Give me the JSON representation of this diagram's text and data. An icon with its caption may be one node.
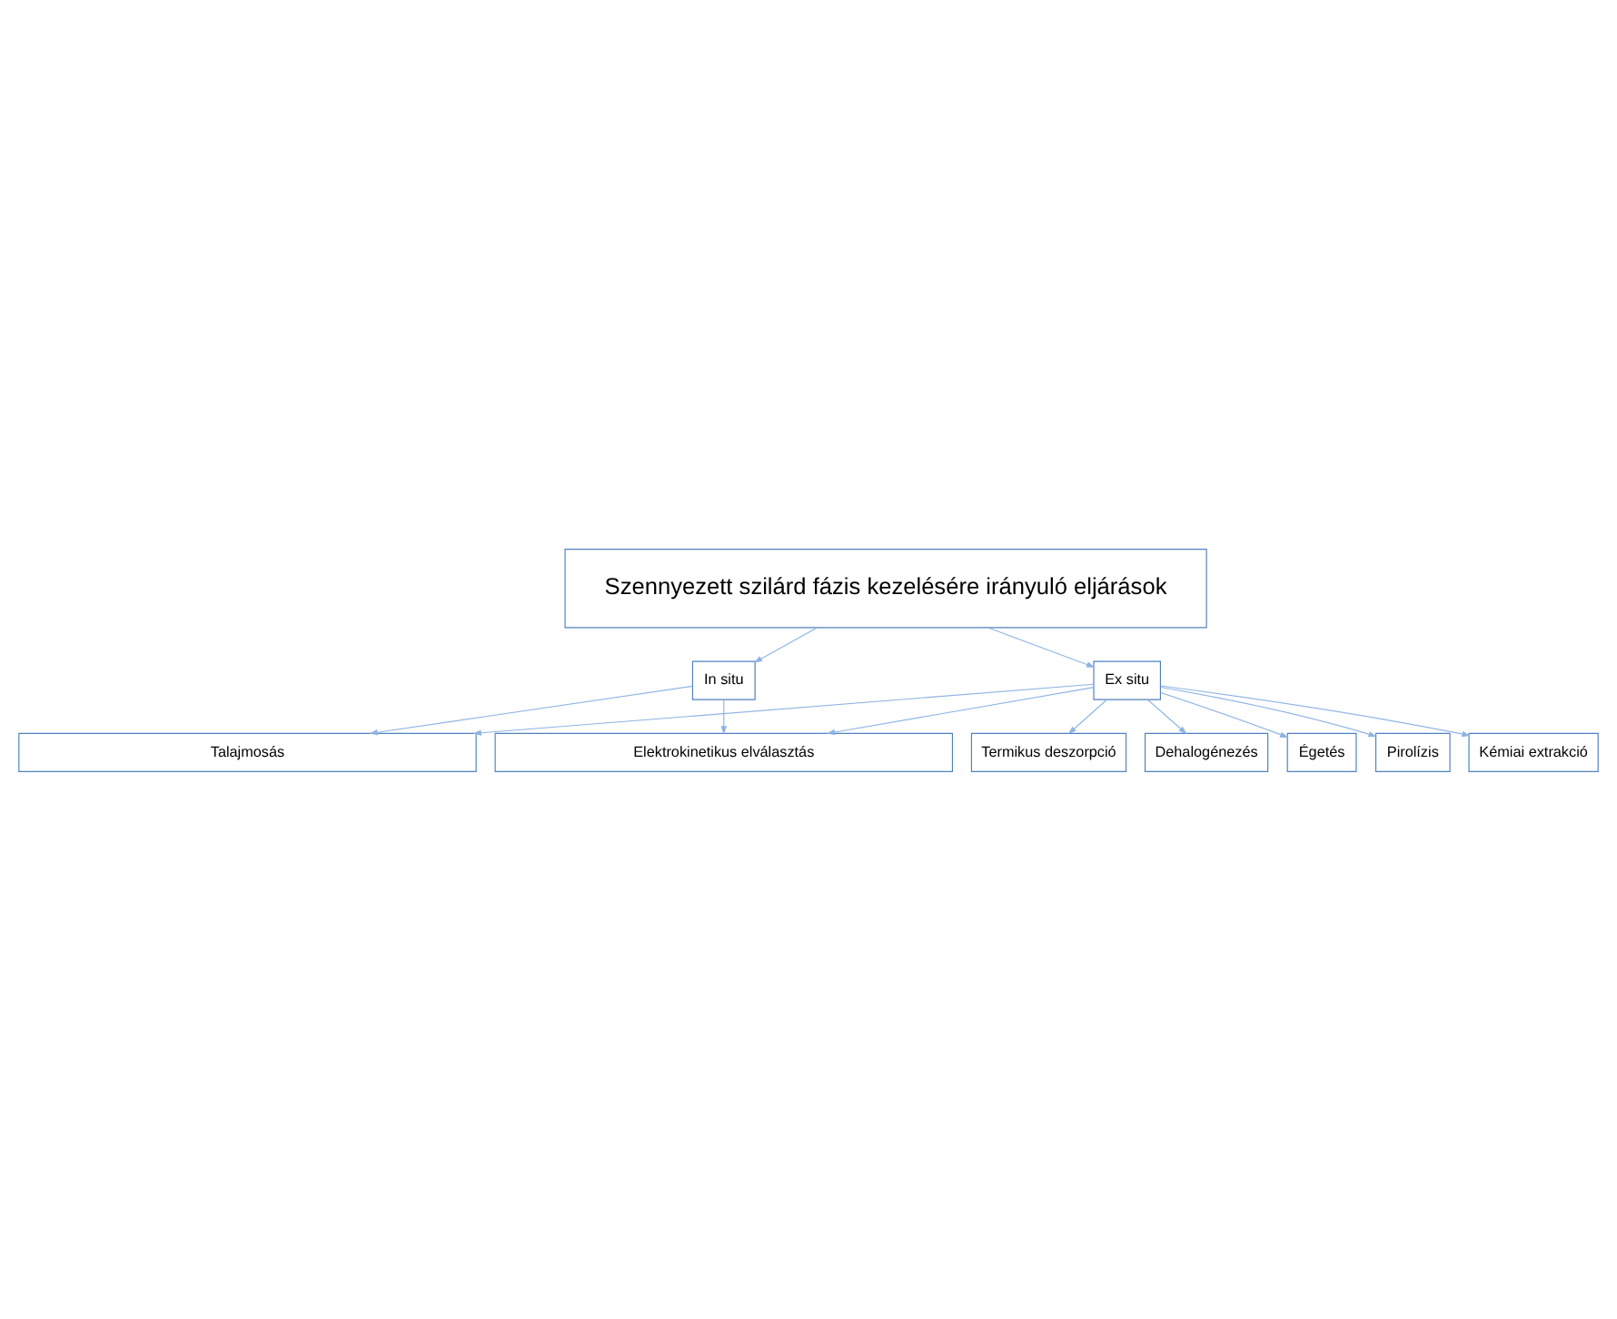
{
  "diagram": {
    "nodes": [
      {
        "text": [
          "Szennyezett szilárd fázis kezelésére irányuló eljárások"
        ]
      },
      {
        "text": [
          "In situ"
        ]
      },
      {
        "text": [
          "Ex situ"
        ]
      },
      {
        "text": [
          "Kémiai extrakció"
        ]
      },
      {
        "text": [
          "Termikus deszorpció"
        ]
      },
      {
        "text": [
          "Dehalogénezés"
        ]
      },
      {
        "text": [
          "Égetés"
        ]
      },
      {
        "text": [
          "Pirolízis"
        ]
      },
      {
        "text": [
          "Elektrokinetikus elválasztás"
        ]
      },
      {
        "text": [
          "Talajmosás"
        ]
      }
    ],
    "edges": [
      {
        "from": 0,
        "to": 1,
        "arrow": "to"
      },
      {
        "from": 0,
        "to": 2,
        "arrow": "to"
      },
      {
        "from": 2,
        "to": 3,
        "arrow": "to"
      },
      {
        "from": 2,
        "to": 4,
        "arrow": "to"
      },
      {
        "from": 2,
        "to": 5,
        "arrow": "to"
      },
      {
        "from": 2,
        "to": 6,
        "arrow": "to"
      },
      {
        "from": 2,
        "to": 7,
        "arrow": "to"
      },
      {
        "from": 2,
        "to": 8,
        "arrow": "to"
      },
      {
        "from": 2,
        "to": 9,
        "arrow": "to"
      },
      {
        "from": 1,
        "to": 8,
        "arrow": "to"
      },
      {
        "from": 1,
        "to": 9,
        "arrow": "to"
      }
    ]
  }
}
